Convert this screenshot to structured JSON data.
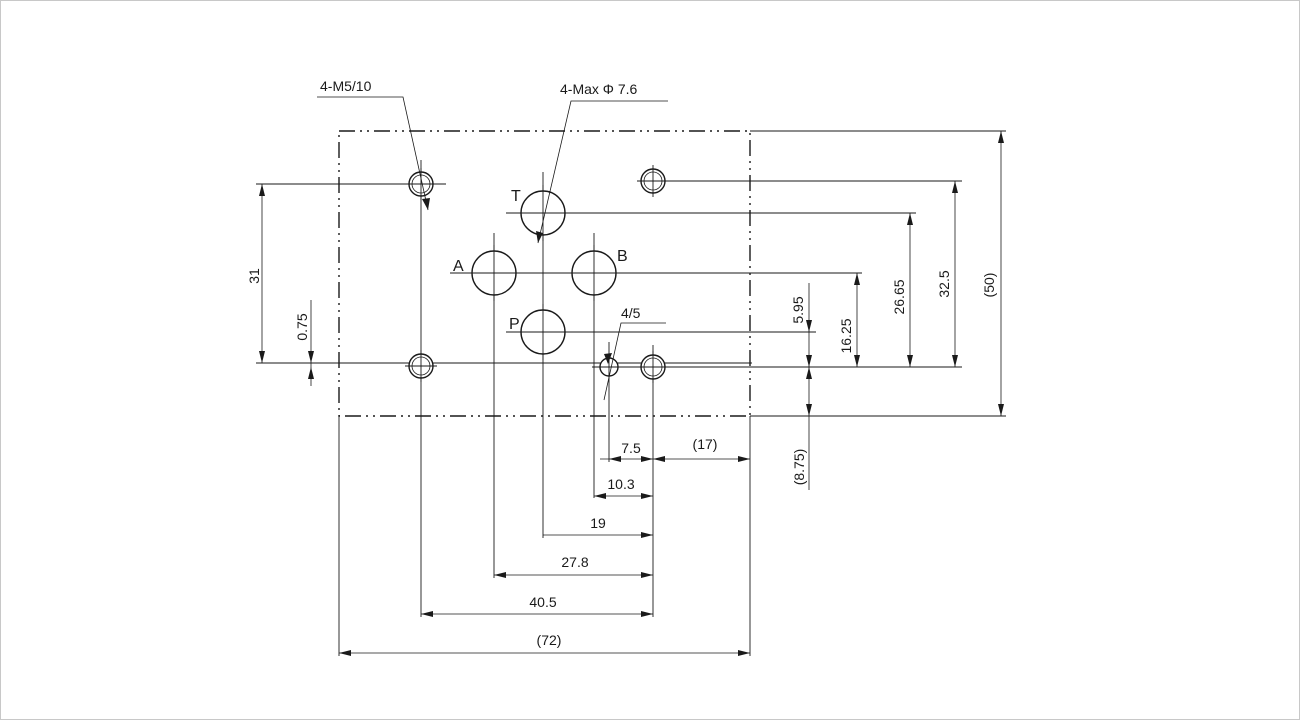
{
  "callouts": {
    "mounting_thread": "4-M5/10",
    "port_diameter": "4-Max Φ 7.6",
    "pin": "4/5"
  },
  "ports": {
    "T": "T",
    "A": "A",
    "B": "B",
    "P": "P"
  },
  "dimensions": {
    "d31": "31",
    "d075": "0.75",
    "d595": "5.95",
    "d1625": "16.25",
    "d2665": "26.65",
    "d325": "32.5",
    "d50": "(50)",
    "d875": "(8.75)",
    "d75": "7.5",
    "d17": "(17)",
    "d103": "10.3",
    "d19": "19",
    "d278": "27.8",
    "d405": "40.5",
    "d72": "(72)"
  }
}
